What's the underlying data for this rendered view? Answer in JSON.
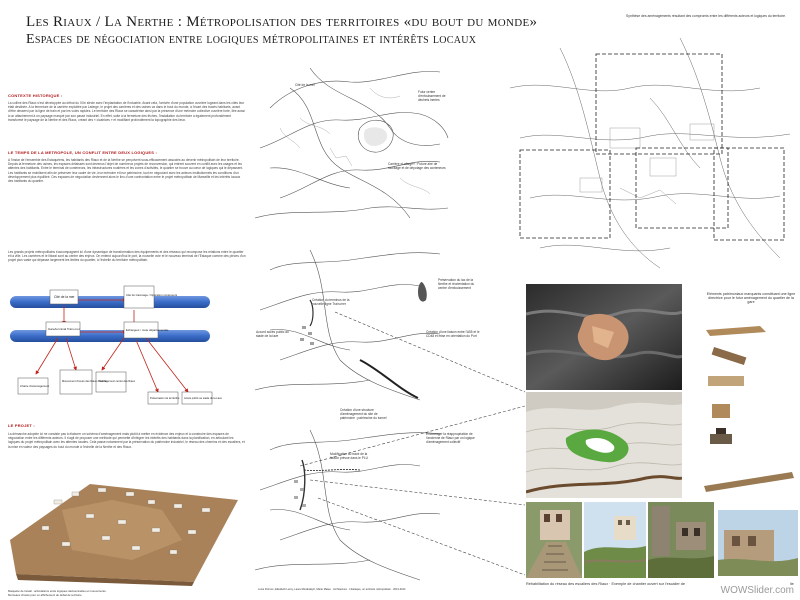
{
  "title": {
    "line1": "Les Riaux / La Nerthe : Métropolisation des territoires «du bout du monde»",
    "line2": "Espaces de négociation entre logiques métropolitaines et intérêts locaux"
  },
  "left": {
    "context_heading": "CONTEXTE HISTORIQUE :",
    "context_text": "La colline des Riaux s'est développée au début du XXe siècle avec l'implantation de l'industrie. Avant cela, l'arrivée d'une population ouvrière logeant dans les cités leur était destinée. A la fermeture de la carrière exploitée par Lafarge, le projet des carrières et des usines va dans le bout du monde, à l'écart des tracés habituels, avant d'être desservi par la ligne de train et par les voies rapides. Le territoire des Riaux se caractérise ainsi par la présence d'une mémoire collective ouvrière forte, liée aussi à un attachement à un paysage marqué par son passé industriel. En effet, suite à la fermeture des friches, l'installation du territoire a également profondément transformé le paysage de la Nerthe et des Riaux, créant des « cicatrices » et modifiant profondément la topographie des lieux.",
    "time_heading": "LE TEMPS DE LA METROPOLE, UN CONFLIT ENTRE DEUX LOGIQUES :",
    "time_text": "A l'instar de l'ensemble des Estaquéens, les habitants des Riaux et de la Nerthe se perçoivent sous-efficacement associés au devenir métropolitain de leur territoire. Depuis la fermeture des usines, les espaces délaissés sont devenus l'objet de nombreux projets de reconversion, qui entrent souvent en conflit avec les usages et les attentes des habitants. Entre le terminal de conteneurs, les infrastructures routières et les zones d'activités, le quartier se trouve au cœur de logiques qui le dépassent. Les habitants se mobilisent afin de préserver leur cadre de vie, leur mémoire et leur patrimoine, tout en négociant avec les acteurs institutionnels les conditions d'un développement plus équilibré. Ces espaces de négociation deviennent alors le lieu d'une confrontation entre le projet métropolitain de Marseille et les intérêts locaux des habitants du quartier.",
    "projects_text": "Les grands projets métropolitains s'accompagnent ici d'une dynamique de transformation des équipements et des réseaux qui recompose les relations entre le quartier et la ville. Les carrières et le littoral sont au centre des enjeux. On entend aujourd'hui le port, la nouvelle voie et le nouveau terminal de l'Estaque comme des pièces d'un projet plus vaste qui dépasse largement les limites du quartier, à l'échelle du territoire métropolitain.",
    "diagram": {
      "top_bar_label": "",
      "boxes": [
        "Cité de la mer",
        "Cité du Carénage / Opération conteneurs",
        "Gare/terminal Train-mer",
        "Echangeur / route départementale",
        "Charte d'aménagement",
        "Mouvement d'usure des Riaux / Nerthe",
        "Aménagement centre des Riaux",
        "Préservation de la Nerthe",
        "Accès public au stade de la Lave"
      ]
    },
    "project_heading": "LE PROJET :",
    "project_text": "La démarche adoptée ici ne consiste pas à élaborer un schéma d'aménagement mais plutôt à mettre en évidence des enjeux et à construire des espaces de négociation entre les différents acteurs. Il s'agit de proposer une méthode qui permette d'intégrer les intérêts des habitants dans la planification, en articulant les logiques du projet métropolitain avec les attentes locales. Cela passe notamment par la préservation du patrimoine industriel, le réseau des chemins et des escaliers, et la mise en valeur des paysages du bout du monde à l'échelle de la Nerthe et des Riaux.",
    "model_caption_1": "Maquette de travail : articulations entre logiques décisionnelles et mouvements.",
    "model_caption_2": "Morceaux choisis pour un affichement du débat de territoire"
  },
  "middle": {
    "map1_labels": [
      "Cité de la mer",
      "Futur centre d'enfouissement de déchets inertes",
      "Carrière «Lafarge» : Future aire de stockage et de dépotage des conteneurs"
    ],
    "map2_labels": [
      "Préservation du lac de la Nerthe et réorientation du centre d'enfouissement",
      "Création du terminus de la nouvelle ligne Train-mer",
      "Accord accès public au stade de la lave",
      "Création d'une liaison entre l'A55 et le CD48 et mise en orientation du Port"
    ],
    "map3_labels": [
      "Création d'une structure d'aménagement du site de patrimoine : patrimoine du tunnel",
      "Encourager la réappropriation de l'ancienne de Riaux par un logique d'aménagement collectif",
      "Modification du tracé de la liaison prévue dans le PLU"
    ],
    "credits": "Lucie Poirson, Elisabeth Leroy, Laure Morabalsyh, Marie Mateu · Architecture · L'Estaque, un territoire métropolitain · 2013-2014"
  },
  "right": {
    "synthesis_caption": "Synthèse des aménagements résultant des compromis entre les différents acteurs et logiques du territoire.",
    "heritage_caption": "Eléments patrimoniaux marquants constituant une ligne directrice pour le futur aménagement du quartier de la gare",
    "bottom_caption": "Réhabilitation du réseau des escaliers des Riaux · Exemple de chantier ouvert sur l'escalier de",
    "bottom_caption_end": "lie"
  },
  "watermark": "WOWSlider.com",
  "colors": {
    "title_text": "#1c1c1c",
    "section_heading": "#b01818",
    "diagram_bar": "#3a6cc8",
    "diagram_arrow": "#c0241c",
    "model_wood": "#a9825a"
  }
}
